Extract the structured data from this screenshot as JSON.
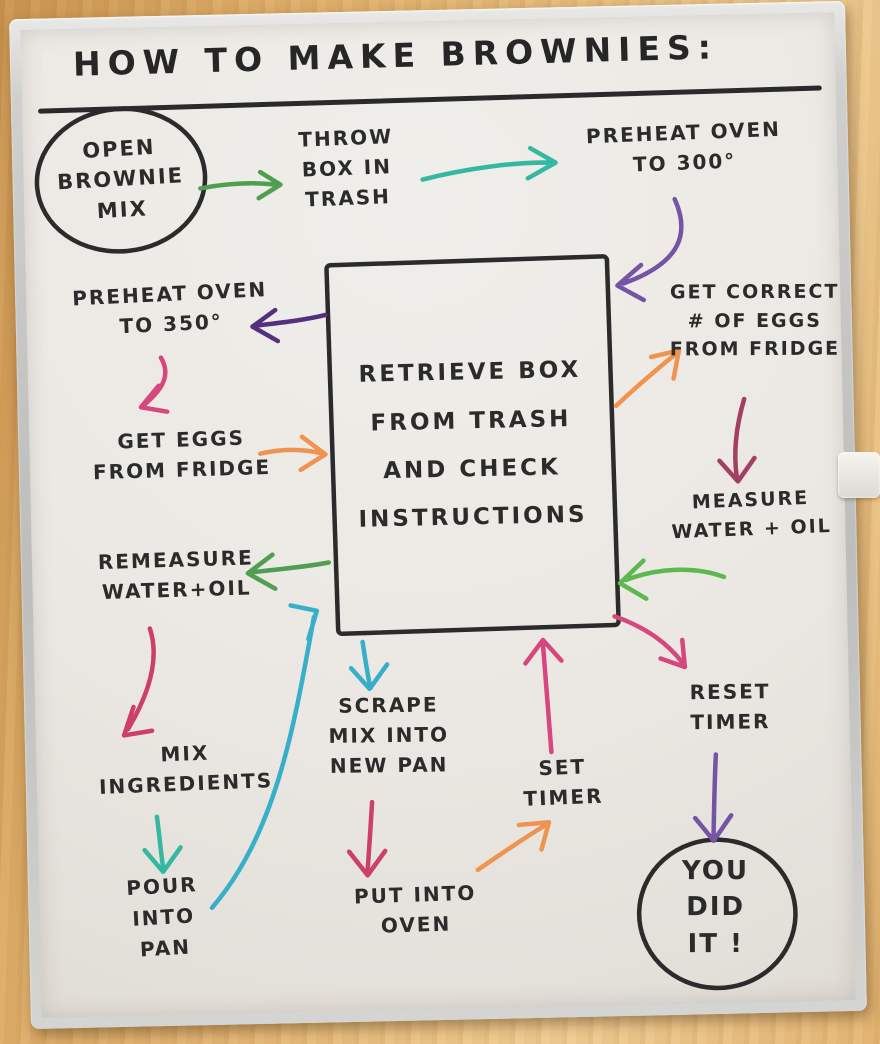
{
  "title": {
    "text": "HOW TO MAKE BROWNIES:"
  },
  "palette": {
    "marker_black": "#2b2b2b",
    "green": "#4f9e52",
    "bright_green": "#5db84e",
    "teal": "#35b8a2",
    "cyan": "#37afc9",
    "purple": "#7455a5",
    "dark_purple": "#533180",
    "pink": "#d6477e",
    "crimson": "#cc3f68",
    "maroon": "#a33f63",
    "orange": "#ef9351"
  },
  "nodes": {
    "open_mix": {
      "text": "OPEN\nBROWNIE\nMIX",
      "shape": "circle"
    },
    "throw_box": {
      "text": "THROW\nBOX IN\nTRASH"
    },
    "preheat_300": {
      "text": "PREHEAT OVEN\nTO 300°"
    },
    "retrieve_box": {
      "text": "RETRIEVE BOX\nFROM TRASH\nAND CHECK\nINSTRUCTIONS",
      "shape": "rect"
    },
    "preheat_350": {
      "text": "PREHEAT OVEN\nTO 350°"
    },
    "get_eggs": {
      "text": "GET EGGS\nFROM FRIDGE"
    },
    "get_correct_eggs": {
      "text": "GET CORRECT\n# OF EGGS\nFROM FRIDGE"
    },
    "measure": {
      "text": "MEASURE\nWATER + OIL"
    },
    "remeasure": {
      "text": "REMEASURE\nWATER+OIL"
    },
    "mix": {
      "text": "MIX\nINGREDIENTS"
    },
    "pour": {
      "text": "POUR\nINTO\nPAN"
    },
    "scrape": {
      "text": "SCRAPE\nMIX INTO\nNEW PAN"
    },
    "put_oven": {
      "text": "PUT INTO\nOVEN"
    },
    "set_timer": {
      "text": "SET\nTIMER"
    },
    "reset_timer": {
      "text": "RESET\nTIMER"
    },
    "done": {
      "text": "YOU\nDID\nIT !",
      "shape": "circle"
    }
  },
  "edges": [
    {
      "from": "open_mix",
      "to": "throw_box",
      "color": "green"
    },
    {
      "from": "throw_box",
      "to": "preheat_300",
      "color": "teal"
    },
    {
      "from": "preheat_300",
      "to": "retrieve_box",
      "color": "purple"
    },
    {
      "from": "retrieve_box",
      "to": "preheat_350",
      "color": "dark_purple"
    },
    {
      "from": "preheat_350",
      "to": "get_eggs",
      "color": "pink"
    },
    {
      "from": "get_eggs",
      "to": "retrieve_box",
      "color": "orange"
    },
    {
      "from": "retrieve_box",
      "to": "get_correct_eggs",
      "color": "orange"
    },
    {
      "from": "get_correct_eggs",
      "to": "measure",
      "color": "maroon"
    },
    {
      "from": "measure",
      "to": "retrieve_box",
      "color": "bright_green"
    },
    {
      "from": "retrieve_box",
      "to": "remeasure",
      "color": "green"
    },
    {
      "from": "remeasure",
      "to": "mix",
      "color": "crimson"
    },
    {
      "from": "mix",
      "to": "pour",
      "color": "teal"
    },
    {
      "from": "pour",
      "to": "retrieve_box",
      "color": "cyan"
    },
    {
      "from": "retrieve_box",
      "to": "scrape",
      "color": "cyan"
    },
    {
      "from": "scrape",
      "to": "put_oven",
      "color": "crimson"
    },
    {
      "from": "put_oven",
      "to": "set_timer",
      "color": "orange"
    },
    {
      "from": "set_timer",
      "to": "retrieve_box",
      "color": "pink"
    },
    {
      "from": "retrieve_box",
      "to": "reset_timer",
      "color": "pink"
    },
    {
      "from": "reset_timer",
      "to": "done",
      "color": "purple"
    }
  ]
}
